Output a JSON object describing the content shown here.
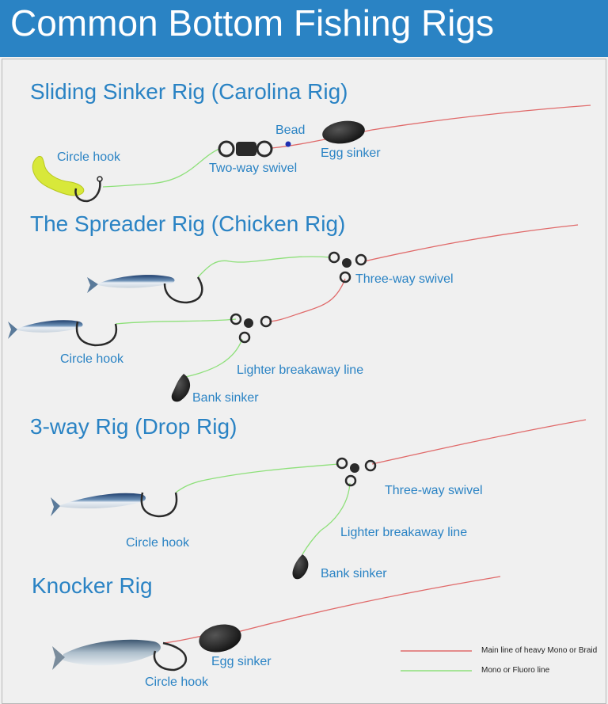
{
  "header": {
    "title": "Common Bottom Fishing Rigs",
    "bg_color": "#2a83c4"
  },
  "colors": {
    "accent": "#2a83c4",
    "main_line": "#e06a6a",
    "leader_line": "#8ee07a",
    "bead": "#1f2fb0",
    "hook": "#2a2a2a",
    "lure": "#d8e83a",
    "sinker": "#1c1c1c"
  },
  "rigs": {
    "carolina": {
      "title": "Sliding Sinker Rig (Carolina Rig)",
      "labels": {
        "bead": "Bead",
        "egg_sinker": "Egg sinker",
        "circle_hook": "Circle hook",
        "two_way_swivel": "Two-way swivel"
      }
    },
    "spreader": {
      "title": "The Spreader Rig (Chicken Rig)",
      "labels": {
        "three_way_swivel": "Three-way swivel",
        "circle_hook": "Circle hook",
        "lighter_breakaway_line": "Lighter breakaway line",
        "bank_sinker": "Bank sinker"
      }
    },
    "three_way": {
      "title": "3-way Rig (Drop Rig)",
      "labels": {
        "three_way_swivel": "Three-way swivel",
        "lighter_breakaway_line": "Lighter breakaway line",
        "circle_hook": "Circle hook",
        "bank_sinker": "Bank sinker"
      }
    },
    "knocker": {
      "title": "Knocker Rig",
      "labels": {
        "egg_sinker": "Egg sinker",
        "circle_hook": "Circle hook"
      }
    }
  },
  "legend": {
    "main_line": "Main line of heavy Mono or Braid",
    "leader_line": "Mono or Fluoro line"
  }
}
